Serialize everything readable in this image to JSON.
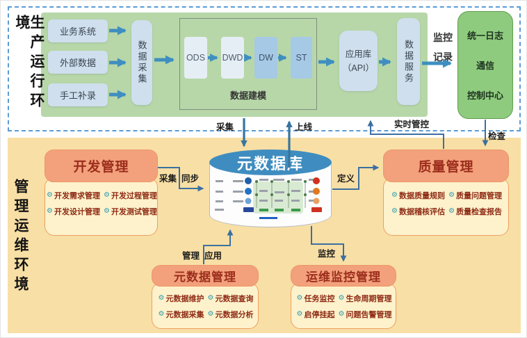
{
  "production": {
    "env_label": "生产运行环境",
    "sources": [
      "业务系统",
      "外部数据",
      "手工补录"
    ],
    "collector_label": "数据采集",
    "modeling": {
      "title": "数据建模",
      "stages": [
        "ODS",
        "DWD",
        "DW",
        "ST"
      ]
    },
    "app_library": {
      "line1": "应用库",
      "line2": "（API）"
    },
    "service_label": "数据服务",
    "flow_labels": {
      "monitor": "监控",
      "record": "记录"
    },
    "control_center": {
      "lines": [
        "统一日志",
        "通信",
        "控制中心"
      ]
    }
  },
  "management": {
    "env_label": "管理运维环境",
    "metadata_db_label": "元数据库",
    "panels": {
      "dev": {
        "title": "开发管理",
        "items": [
          "开发需求管理",
          "开发过程管理",
          "开发设计管理",
          "开发测试管理"
        ]
      },
      "quality": {
        "title": "质量管理",
        "items": [
          "数据质量规则",
          "质量问题管理",
          "数据稽核评估",
          "质量检查报告"
        ]
      },
      "metadata": {
        "title": "元数据管理",
        "items": [
          "元数据维护",
          "元数据查询",
          "元数据采集",
          "元数据分析"
        ]
      },
      "ops": {
        "title": "运维监控管理",
        "items": [
          "任务监控",
          "生命周期管理",
          "启停挂起",
          "问题告警管理"
        ]
      }
    }
  },
  "connector_labels": {
    "collect_down": "采集",
    "golive_up": "上线",
    "realtime_control": "实时管控",
    "inspect": "检查",
    "dev_collect": "采集",
    "dev_sync": "同步",
    "define": "定义",
    "manage": "管理",
    "apply": "应用",
    "ops_monitor": "监控"
  },
  "icons": {
    "gear": "⚙"
  },
  "colors": {
    "dashed_border_blue": "#5b9bd5",
    "green_panel": "#b7d7a8",
    "box_blue": "#cfdfed",
    "stage_light_blue": "#e6eef5",
    "stage_mid_blue": "#a6c9e6",
    "control_center_green": "#8fcb7e",
    "flow_arrow_blue": "#3e8fc0",
    "connector_blue": "#3c6fa0",
    "tan_background": "#f8dfa5",
    "panel_header_salmon": "#f2a17c",
    "panel_body_cream": "#fdf2cb",
    "panel_text_red": "#9c2d1c",
    "cylinder_blue": "#3f8dc0"
  }
}
